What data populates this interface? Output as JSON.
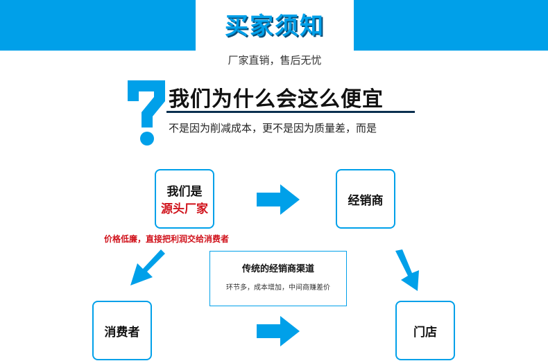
{
  "header": {
    "title": "买家须知",
    "subtitle": "厂家直销，售后无忧"
  },
  "headline": {
    "question_icon": "question-mark-icon",
    "text": "我们为什么会这么便宜",
    "subtext": "不是因为削减成本，更不是因为质量差，而是"
  },
  "flow": {
    "factory": {
      "line1": "我们是",
      "line2": "源头厂家"
    },
    "dealer": "经销商",
    "consumer": "消费者",
    "store": "门店",
    "note": "价格低廉，直接把利润交给消费者",
    "traditional": {
      "title": "传统的经销商渠道",
      "desc": "环节多，成本增加，中间商赚差价"
    }
  },
  "colors": {
    "accent": "#00a0e9",
    "highlight": "#d0121b",
    "dark": "#0a2f4f"
  }
}
